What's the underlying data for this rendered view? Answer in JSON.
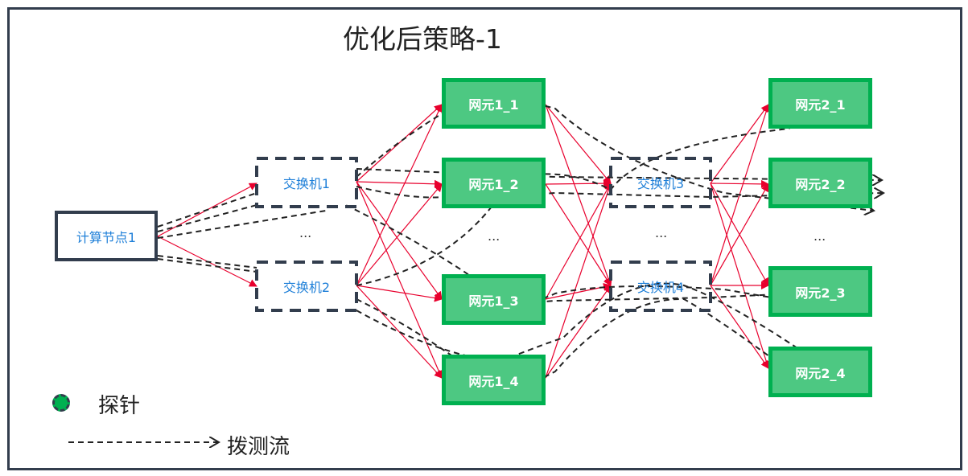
{
  "title": "优化后策略-1",
  "nodes": {
    "compute1": "计算节点1",
    "switch1": "交换机1",
    "switch2": "交换机2",
    "switch3": "交换机3",
    "switch4": "交换机4",
    "ne1_1": "网元1_1",
    "ne1_2": "网元1_2",
    "ne1_3": "网元1_3",
    "ne1_4": "网元1_4",
    "ne2_1": "网元2_1",
    "ne2_2": "网元2_2",
    "ne2_3": "网元2_3",
    "ne2_4": "网元2_4"
  },
  "ellipsis": "...",
  "legend": {
    "probe_label": "探针",
    "flow_label": "拨测流"
  },
  "colors": {
    "frame": "#323d4d",
    "ne_fill": "#4dc882",
    "ne_border": "#00b050",
    "link_red": "#e8002d",
    "switch_text": "#1e7fd8",
    "probe_flow": "#222222"
  }
}
